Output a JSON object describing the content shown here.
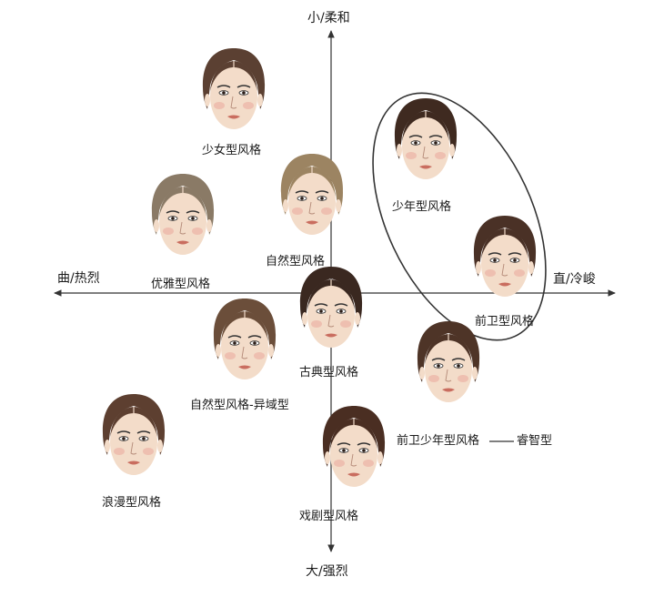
{
  "axes": {
    "top": "小/柔和",
    "bottom": "大/强烈",
    "left": "曲/热烈",
    "right": "直/冷峻"
  },
  "styles": [
    {
      "label": "少女型风格",
      "hair": "#5b4032"
    },
    {
      "label": "优雅型风格",
      "hair": "#8a7a66"
    },
    {
      "label": "自然型风格",
      "hair": "#9c8462"
    },
    {
      "label": "少年型风格",
      "hair": "#3f2a20"
    },
    {
      "label": "前卫型风格",
      "hair": "#4a3126"
    },
    {
      "label": "古典型风格",
      "hair": "#3a2820"
    },
    {
      "label": "自然型风格-异域型",
      "hair": "#6b4e3a"
    },
    {
      "label": "前卫少年型风格",
      "hair": "#4e3427"
    },
    {
      "label": "浪漫型风格",
      "hair": "#5d3f30"
    },
    {
      "label": "戏剧型风格",
      "hair": "#4a2e22"
    }
  ],
  "connector_label": "睿智型",
  "colors": {
    "skin": "#f3dcc9",
    "blush": "#e9a79b",
    "lips": "#c96d5f",
    "line": "#333333"
  }
}
